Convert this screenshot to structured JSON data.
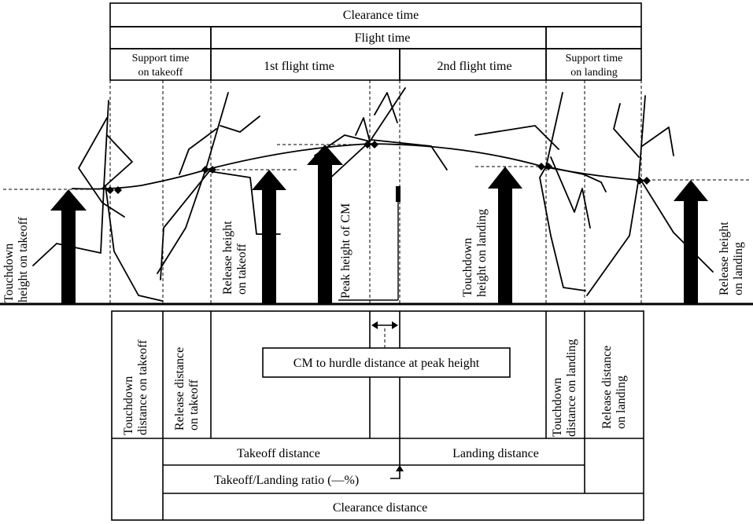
{
  "top_bands": {
    "clearance_time": "Clearance time",
    "flight_time": "Flight time",
    "support_takeoff": [
      "Support time",
      "on takeoff"
    ],
    "first_flight": "1st flight time",
    "second_flight": "2nd flight time",
    "support_landing": [
      "Support time",
      "on landing"
    ]
  },
  "heights": {
    "touchdown_takeoff": [
      "Touchdown",
      "height on takeoff"
    ],
    "release_takeoff": [
      "Release height",
      "on takeoff"
    ],
    "peak_cm": "Peak height of CM",
    "touchdown_landing": [
      "Touchdown",
      "height on landing"
    ],
    "release_landing": [
      "Release height",
      "on landing"
    ]
  },
  "distances": {
    "touchdown_takeoff": [
      "Touchdown",
      "distance on takeoff"
    ],
    "release_takeoff": [
      "Release distance",
      "on takeoff"
    ],
    "cm_to_hurdle": "CM to hurdle distance at peak height",
    "touchdown_landing": [
      "Touchdown",
      "distance on landing"
    ],
    "release_landing": [
      "Release distance",
      "on landing"
    ],
    "takeoff_distance": "Takeoff distance",
    "landing_distance": "Landing distance",
    "ratio": "Takeoff/Landing ratio (—%)",
    "clearance_distance": "Clearance distance"
  }
}
